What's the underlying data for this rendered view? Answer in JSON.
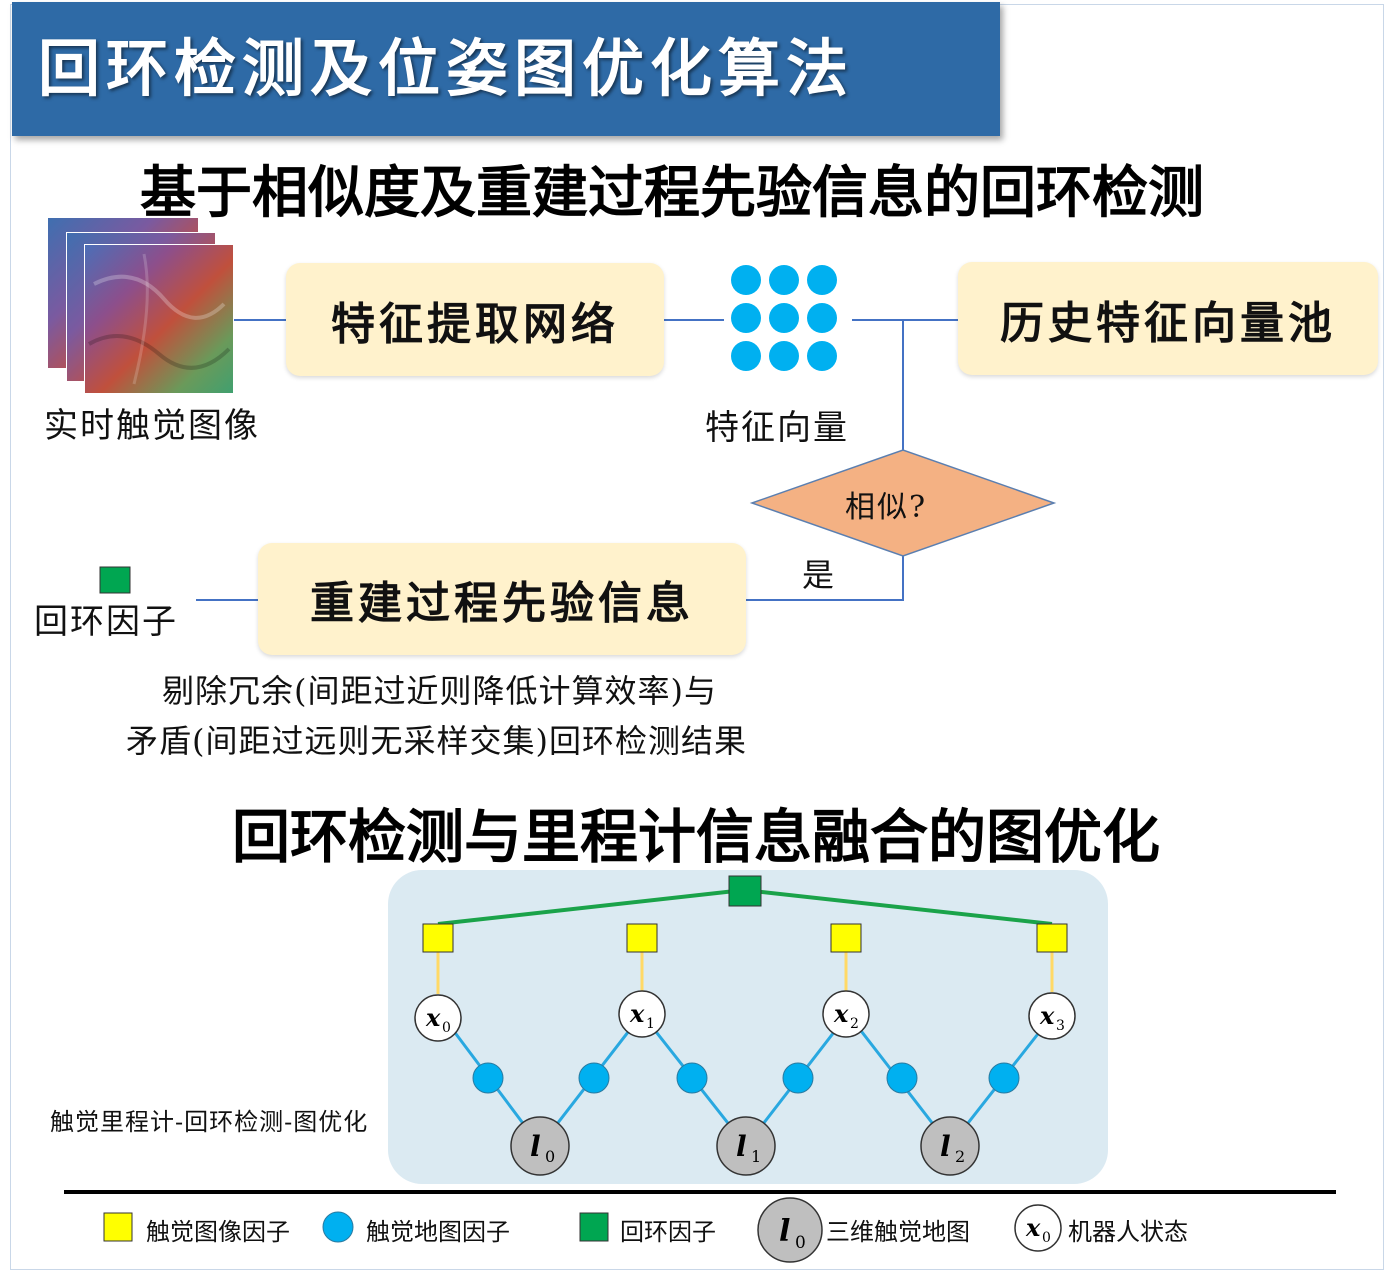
{
  "banner": {
    "title": "回环检测及位姿图优化算法"
  },
  "section1": {
    "title": "基于相似度及重建过程先验信息的回环检测",
    "image_label": "实时触觉图像",
    "feature_network": "特征提取网络",
    "feature_vector_label": "特征向量",
    "history_pool": "历史特征向量池",
    "decision": "相似?",
    "yes_label": "是",
    "prior_info": "重建过程先验信息",
    "loop_factor_label": "回环因子",
    "note_line1": "剔除冗余(间距过近则降低计算效率)与",
    "note_line2": "矛盾(间距过远则无采样交集)回环检测结果"
  },
  "section2": {
    "title": "回环检测与里程计信息融合的图优化",
    "graph_label": "触觉里程计-回环检测-图优化",
    "robot_states": [
      "x",
      "x",
      "x",
      "x"
    ],
    "robot_state_subscripts": [
      "0",
      "1",
      "2",
      "3"
    ],
    "landmarks": [
      "l",
      "l",
      "l"
    ],
    "landmark_subscripts": [
      "0",
      "1",
      "2"
    ]
  },
  "legend": {
    "image_factor": "触觉图像因子",
    "map_factor": "触觉地图因子",
    "loop_factor": "回环因子",
    "map_symbol": "l",
    "map_symbol_sub": "0",
    "map_label": "三维触觉地图",
    "state_symbol": "x",
    "state_symbol_sub": "0",
    "state_label": "机器人状态"
  },
  "colors": {
    "banner": "#2e6aa6",
    "box": "#fff2cc",
    "decision": "#f4b183",
    "dot": "#00b0f0",
    "image_factor": "#ffff00",
    "loop_factor": "#00a651",
    "graph_bg": "#dbeaf2",
    "edge_blue": "#29a8e0",
    "edge_yellow": "#ffd966",
    "edge_green": "#1aa34a",
    "landmark": "#bfbfbf"
  }
}
